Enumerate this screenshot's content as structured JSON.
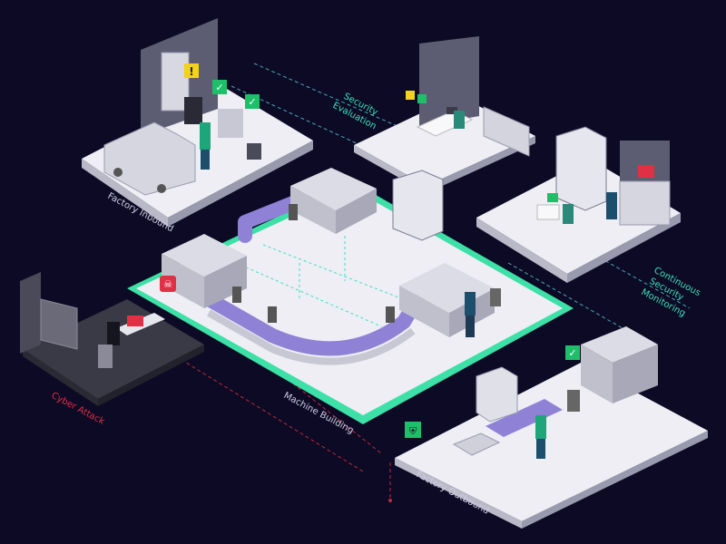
{
  "labels": {
    "factory_inbound": "Factory Inbound",
    "security_evaluation_line1": "Security",
    "security_evaluation_line2": "Evaluation",
    "continuous_line1": "Continuous",
    "continuous_line2": "Security",
    "continuous_line3": "Monitoring",
    "machine_building": "Machine Building",
    "cyber_attack": "Cyber Attack",
    "factory_outbound": "Factory Outbound"
  },
  "colors": {
    "background": "#0c0a24",
    "accent_green": "#3de0a6",
    "alert_red": "#e03045",
    "warning_yellow": "#f2d21b",
    "check_green": "#1fbf6a",
    "conveyor_purple": "#8f82d6",
    "floor_light": "#eeeef4",
    "attack_floor": "#3a3a46"
  },
  "icons": {
    "warning": "warning-icon",
    "check": "check-icon",
    "shield": "shield-icon",
    "skull": "skull-icon"
  }
}
